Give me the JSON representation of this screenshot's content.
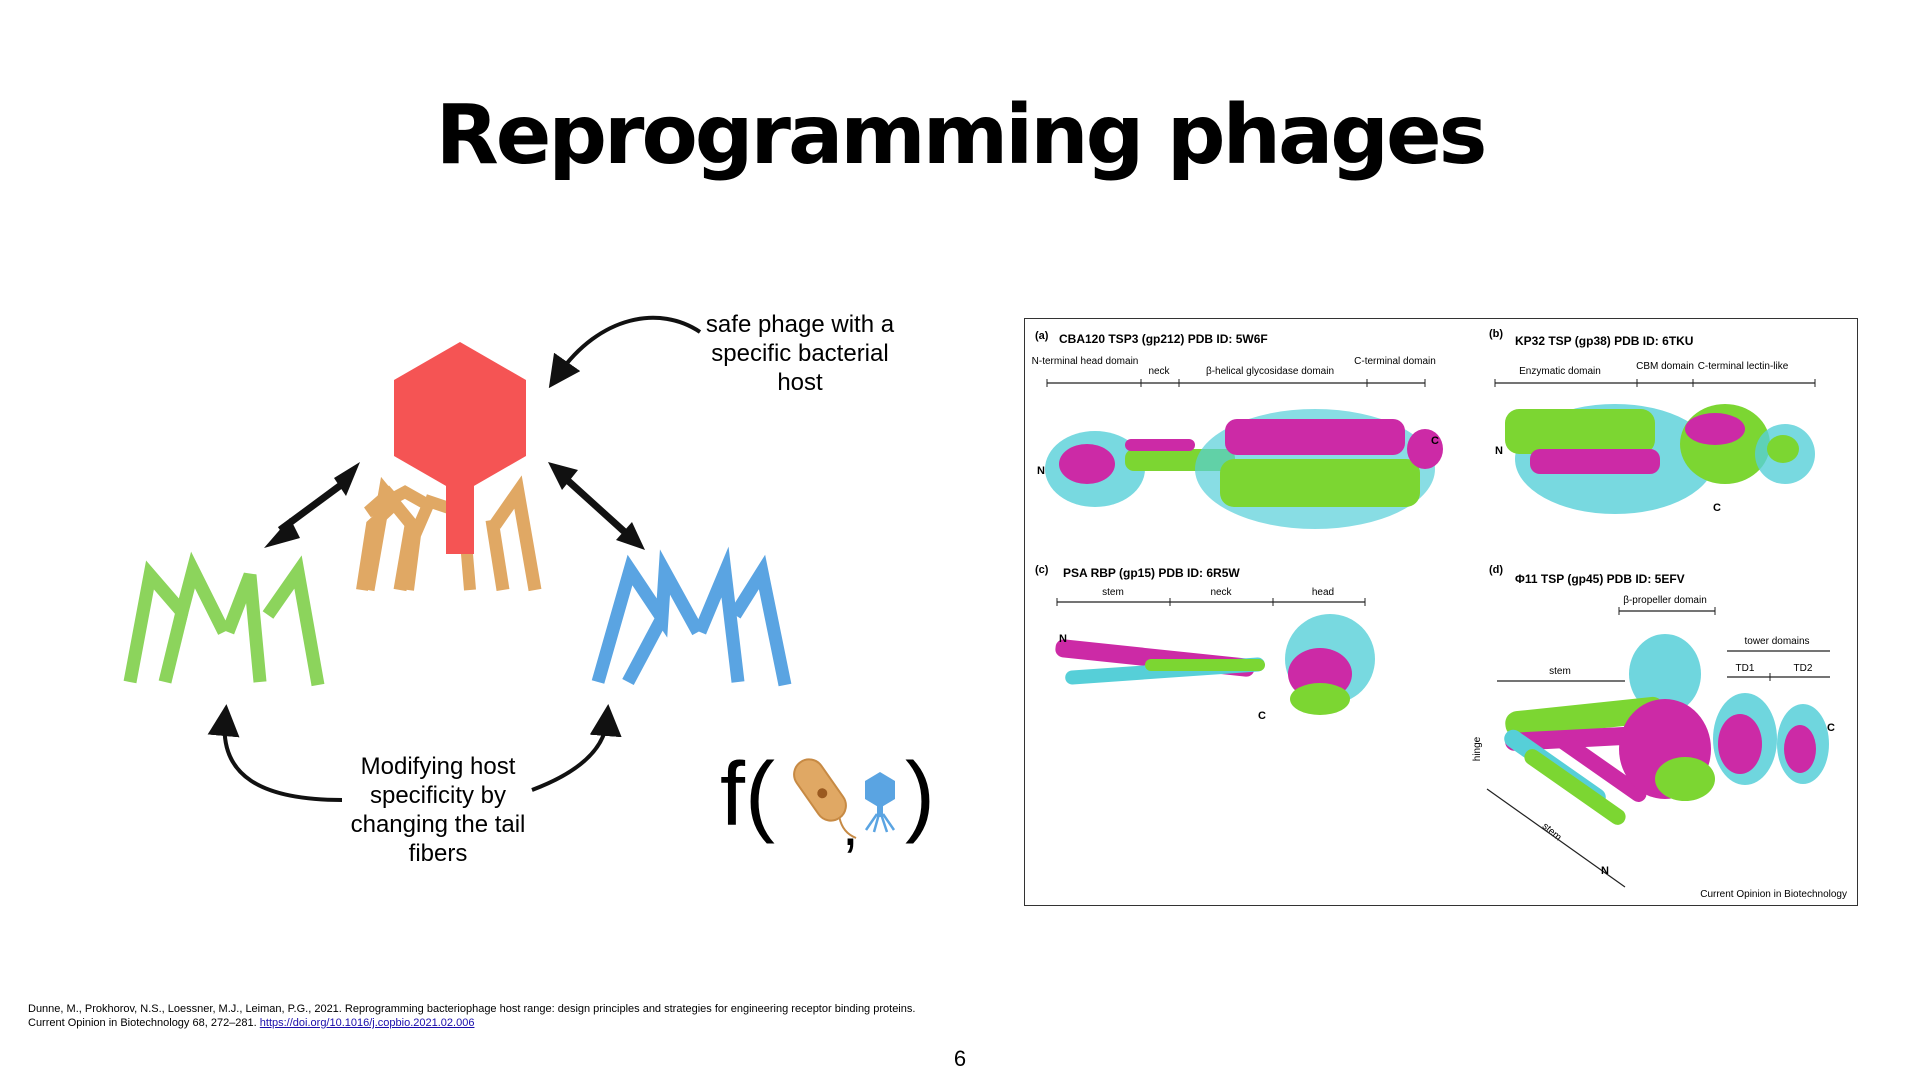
{
  "slide": {
    "title": "Reprogramming phages",
    "caption_safe": "safe phage with a specific bacterial host",
    "caption_modify": "Modifying host specificity by changing the tail fibers",
    "func_f": "f(",
    "func_comma": ",",
    "func_close": ")",
    "page_number": "6",
    "citation_text": "Dunne, M., Prokhorov, N.S., Loessner, M.J., Leiman, P.G., 2021. Reprogramming bacteriophage host range: design principles and strategies for engineering receptor binding proteins. Current Opinion in Biotechnology 68, 272–281. ",
    "citation_link": "https://doi.org/10.1016/j.copbio.2021.02.006"
  },
  "colors": {
    "phage_head": "#f55454",
    "phage_tail": "#e0a864",
    "fiber_green": "#8cd45c",
    "fiber_blue": "#5aa4e2",
    "protein_magenta": "#cc2aa6",
    "protein_green": "#7cd632",
    "protein_cyan": "#56cfd8"
  },
  "figure": {
    "panels": [
      {
        "letter": "(a)",
        "title": "CBA120 TSP3 (gp212) PDB ID: 5W6F",
        "domains": [
          "N-terminal head domain",
          "neck",
          "β-helical glycosidase domain",
          "C-terminal domain"
        ],
        "n_label": "N",
        "c_label": "C"
      },
      {
        "letter": "(b)",
        "title": "KP32 TSP (gp38) PDB ID: 6TKU",
        "domains": [
          "Enzymatic domain",
          "CBM domain",
          "C-terminal lectin-like"
        ],
        "n_label": "N",
        "c_label": "C"
      },
      {
        "letter": "(c)",
        "title": "PSA RBP (gp15) PDB ID: 6R5W",
        "domains": [
          "stem",
          "neck",
          "head"
        ],
        "n_label": "N",
        "c_label": "C"
      },
      {
        "letter": "(d)",
        "title": "Φ11 TSP (gp45) PDB ID: 5EFV",
        "domains": [
          "β-propeller domain",
          "tower domains",
          "TD1",
          "TD2",
          "stem",
          "hinge",
          "stem"
        ],
        "n_label": "N",
        "c_label": "C"
      }
    ],
    "journal": "Current Opinion in Biotechnology"
  }
}
